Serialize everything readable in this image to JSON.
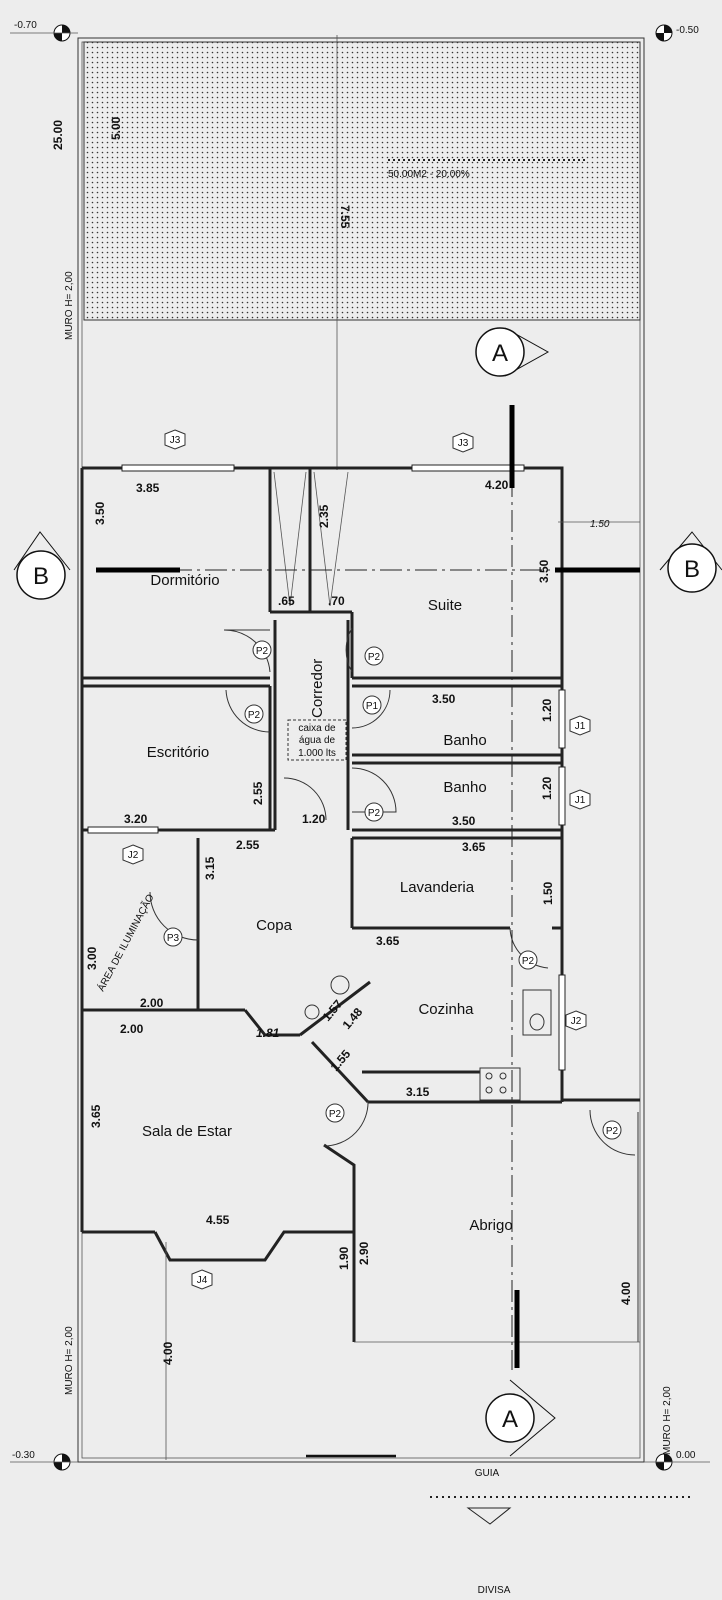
{
  "levels": {
    "top_left": "-0.70",
    "top_right": "-0.50",
    "bottom_left": "-0.30",
    "bottom_right": "0.00"
  },
  "yard": {
    "area": "50.00M2 - 20.00%",
    "dim_vertical": "25.00",
    "dim_depth": "5.00",
    "dim_long": "7.55"
  },
  "walls": {
    "muro_left_top": "MURO H= 2,00",
    "muro_left_bottom": "MURO H= 2,00",
    "muro_right_bottom": "MURO H= 2,00"
  },
  "sections": {
    "a": "A",
    "b": "B"
  },
  "rooms": {
    "dormitorio": "Dormitório",
    "suite": "Suite",
    "corredor": "Corredor",
    "escritorio": "Escritório",
    "banho1": "Banho",
    "banho2": "Banho",
    "lavanderia": "Lavanderia",
    "copa": "Copa",
    "cozinha": "Cozinha",
    "sala": "Sala de Estar",
    "abrigo": "Abrigo",
    "area_iluminacao": "ÁREA DE ILUMINAÇÃO",
    "caixa_line1": "caixa de",
    "caixa_line2": "água de",
    "caixa_line3": "1.000 lts"
  },
  "doors": {
    "p1": "P1",
    "p2": "P2",
    "p3": "P3"
  },
  "windows": {
    "j1": "J1",
    "j2": "J2",
    "j3": "J3",
    "j4": "J4"
  },
  "dims": {
    "dorm_w": "3.85",
    "dorm_h": "3.50",
    "closet_left": ".65",
    "closet_h": "2.35",
    "closet_right": ".70",
    "suite_w": "4.20",
    "suite_h": "3.50",
    "side": "1.50",
    "banho1_w": "3.50",
    "banho1_h": "1.20",
    "banho2_h": "1.20",
    "banho2_w": "3.50",
    "escr_w": "3.20",
    "escr_h": "2.55",
    "corr_w": "1.20",
    "copa_w": "2.55",
    "copa_h": "3.15",
    "lav_w_top": "3.65",
    "lav_h": "1.50",
    "lav_w_bottom": "3.65",
    "ilum_h": "3.00",
    "ilum_w": "2.00",
    "sala_top": "2.00",
    "diag1": "1.81",
    "diag2": "1.57",
    "diag3": "1.48",
    "diag4": "1.55",
    "coz_w": "3.15",
    "sala_h": "3.65",
    "sala_w": "4.55",
    "abr_a": "1.90",
    "abr_b": "2.90",
    "abr_h": "4.00",
    "front": "4.00"
  },
  "labels": {
    "guia": "GUIA",
    "divisa": "DIVISA"
  }
}
